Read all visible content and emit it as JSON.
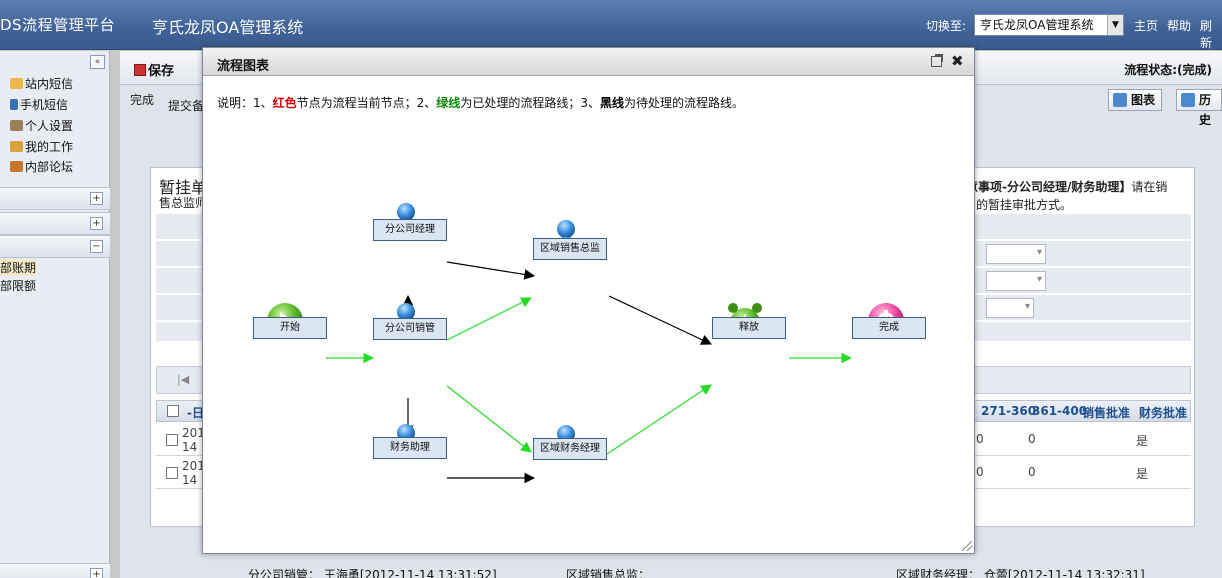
{
  "header": {
    "platform_title": "DS流程管理平台",
    "system_title": "亨氏龙凤OA管理系统",
    "switch_label": "切换至:",
    "system_select": "亨氏龙凤OA管理系统",
    "links": [
      "主页",
      "帮助",
      "刷新"
    ]
  },
  "sidebar": {
    "items": [
      {
        "label": "站内短信",
        "icon": "mail-icon"
      },
      {
        "label": "手机短信",
        "icon": "phone-icon"
      },
      {
        "label": "个人设置",
        "icon": "settings-icon"
      },
      {
        "label": "我的工作",
        "icon": "work-icon"
      },
      {
        "label": "内部论坛",
        "icon": "forum-icon"
      }
    ],
    "group_toggles": [
      "+",
      "+",
      "−"
    ],
    "sub_items": [
      "部账期",
      "部限额"
    ],
    "bottom_toggle": "+"
  },
  "toolbar": {
    "save_label": "保存",
    "status": "流程状态:(完成)",
    "done": "完成",
    "submit": "提交备",
    "chart_button": "图表",
    "history_button": "历史"
  },
  "panel": {
    "title": "暂挂单",
    "line2": "售总监师",
    "right_title": "意事项-分公司经理/财务助理】",
    "right_title_suffix": "请在销",
    "right_line2": "的暂挂审批方式。",
    "grid_headers": [
      "271-360",
      "361-400",
      "销售批准",
      "财务批准"
    ],
    "grid_first_col": "-日",
    "rows": [
      {
        "date1": "201",
        "date2": "14",
        "c271": "0",
        "c361": "0",
        "finance": "是"
      },
      {
        "date1": "201",
        "date2": "14",
        "c271": "0",
        "c361": "0",
        "finance": "是"
      }
    ],
    "bottom": [
      "分公司销管：   王海勇[2012-11-14 13:31:52]",
      "区域销售总监：",
      "区域财务经理：   仓蕾[2012-11-14 13:32:31]"
    ]
  },
  "dialog": {
    "title": "流程图表",
    "legend": {
      "prefix": "说明：1、",
      "red": "红色",
      "after_red": "节点为流程当前节点；2、",
      "green": "绿线",
      "after_green": "为已处理的流程路线；3、",
      "black": "黑线",
      "after_black": "为待处理的流程路线。"
    },
    "nodes": {
      "start": "开始",
      "branch_manager": "分公司经理",
      "branch_sales": "分公司销管",
      "finance_assistant": "财务助理",
      "regional_sales_director": "区域销售总监",
      "regional_finance_manager": "区域财务经理",
      "release": "释放",
      "complete": "完成"
    },
    "colors": {
      "processed_line": "#22dd22",
      "pending_line": "#000000",
      "current_node": "#d40000"
    }
  }
}
